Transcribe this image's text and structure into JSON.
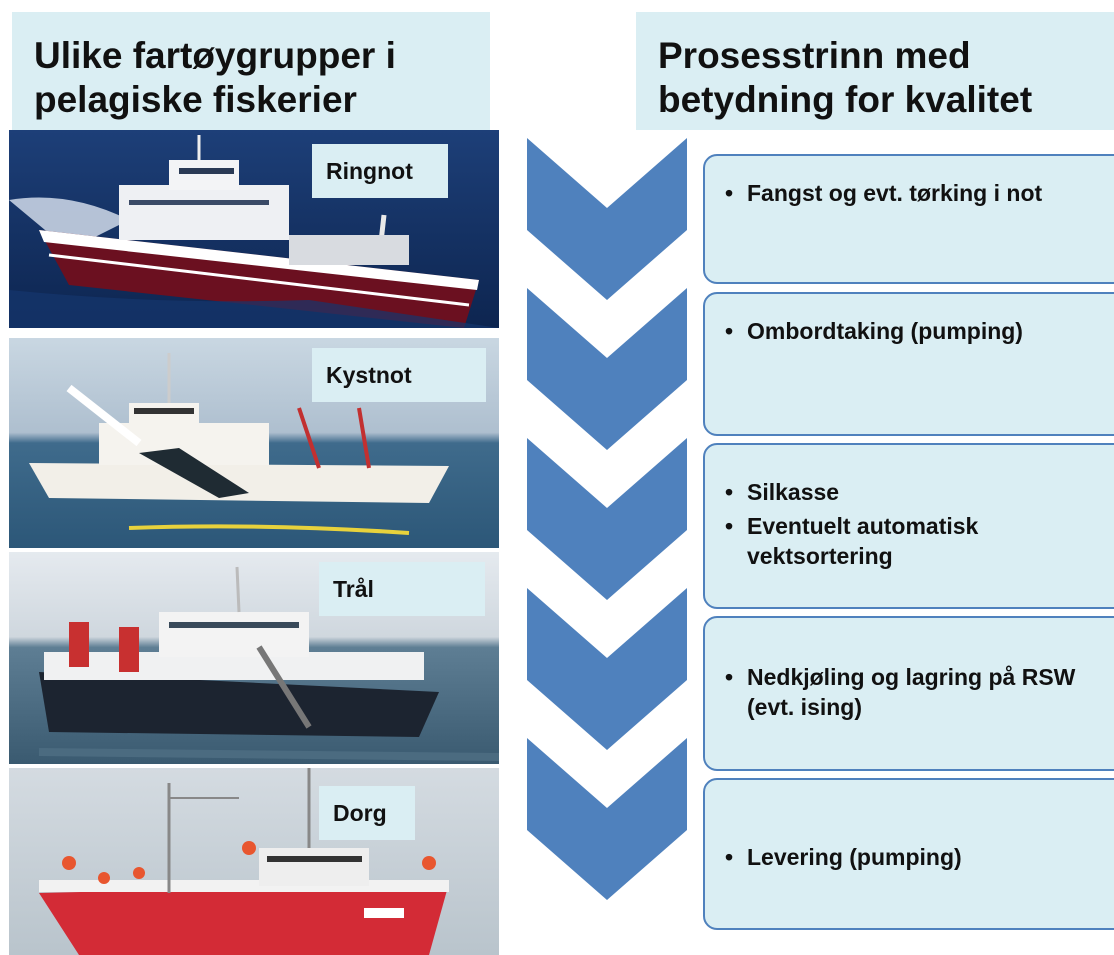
{
  "header_left": {
    "line1": "Ulike fartøygrupper i",
    "line2": "pelagiske fiskerier"
  },
  "header_right": {
    "line1": "Prosesstrinn med",
    "line2": "betydning for kvalitet"
  },
  "vessels": [
    {
      "label": "Ringnot"
    },
    {
      "label": "Kystnot"
    },
    {
      "label": "Trål"
    },
    {
      "label": "Dorg"
    }
  ],
  "steps": [
    {
      "items": [
        "Fangst og evt. tørking i not"
      ]
    },
    {
      "items": [
        "Ombordtaking (pumping)"
      ]
    },
    {
      "items": [
        "Silkasse",
        "Eventuelt automatisk vektsortering"
      ]
    },
    {
      "items": [
        "Nedkjøling og lagring på RSW  (evt. ising)"
      ]
    },
    {
      "items": [
        "Levering (pumping)"
      ]
    }
  ],
  "colors": {
    "header_bg": "#daeef3",
    "chevron": "#4f81bd",
    "box_border": "#4f81bd"
  }
}
